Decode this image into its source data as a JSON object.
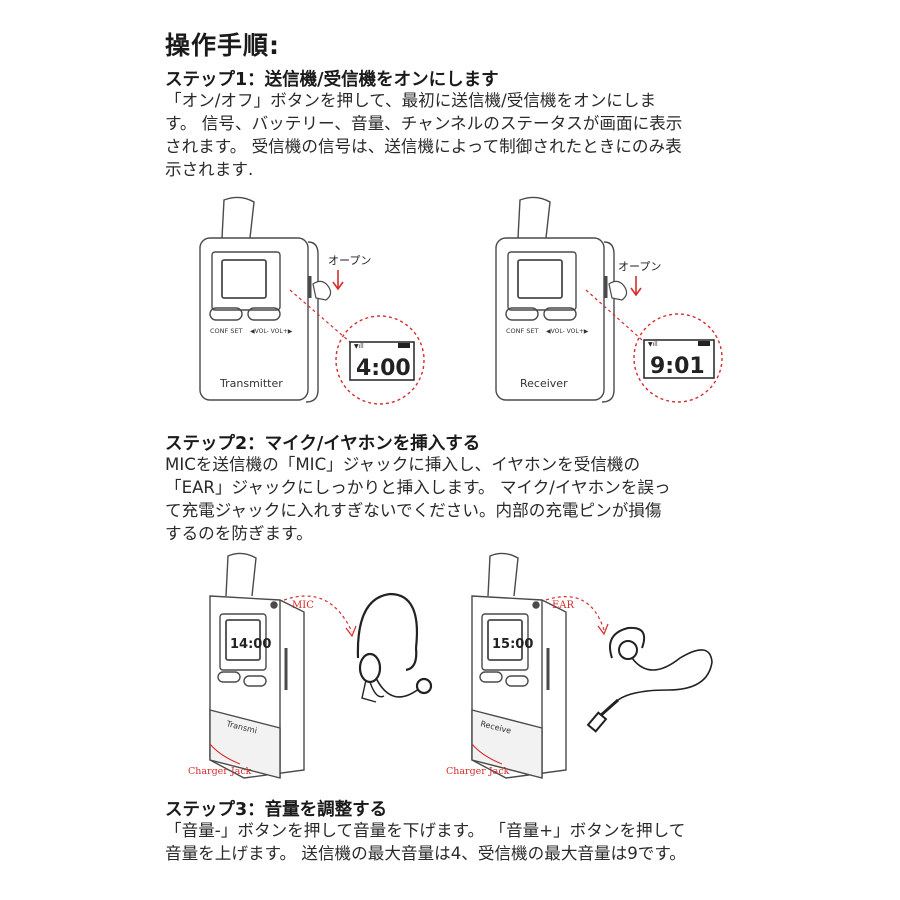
{
  "title": "操作手順:",
  "step1": {
    "heading": "ステップ1：送信機/受信機をオンにします",
    "lines": [
      "「オン/オフ」ボタンを押して、最初に送信機/受信機をオンにしま",
      "す。 信号、バッテリー、音量、チャンネルのステータスが画面に表示",
      "されます。 受信機の信号は、送信機によって制御されたときにのみ表",
      "示されます."
    ]
  },
  "figure1": {
    "transmitter_label": "Transmitter",
    "receiver_label": "Receiver",
    "open_label_left": "オープン",
    "open_label_right": "オープン",
    "button_labels": "CONF  SET",
    "vol_labels": "◀VOL-  VOL+▶",
    "display_left": "4:00",
    "display_right": "9:01"
  },
  "step2": {
    "heading": "ステップ2：マイク/イヤホンを挿入する",
    "lines": [
      "MICを送信機の「MIC」ジャックに挿入し、イヤホンを受信機の",
      "「EAR」ジャックにしっかりと挿入します。 マイク/イヤホンを誤っ",
      "て充電ジャックに入れすぎないでください。内部の充電ピンが損傷",
      "するのを防ぎます。"
    ]
  },
  "figure2": {
    "mic_label": "MIC",
    "ear_label": "EAR",
    "charger_left": "Charger Jack",
    "charger_right": "Charger Jack",
    "transmitter_side": "Transmi",
    "receiver_side": "Receive",
    "display_left": "14:00",
    "display_right": "15:00"
  },
  "step3": {
    "heading": "ステップ3：音量を調整する",
    "lines": [
      "「音量-」ボタンを押して音量を下げます。 「音量+」ボタンを押して",
      "音量を上げます。 送信機の最大音量は4、受信機の最大音量は9です。"
    ]
  },
  "colors": {
    "accent_red": "#d62b2b",
    "text": "#1a1a1a",
    "device_stroke": "#4a4a4a"
  }
}
